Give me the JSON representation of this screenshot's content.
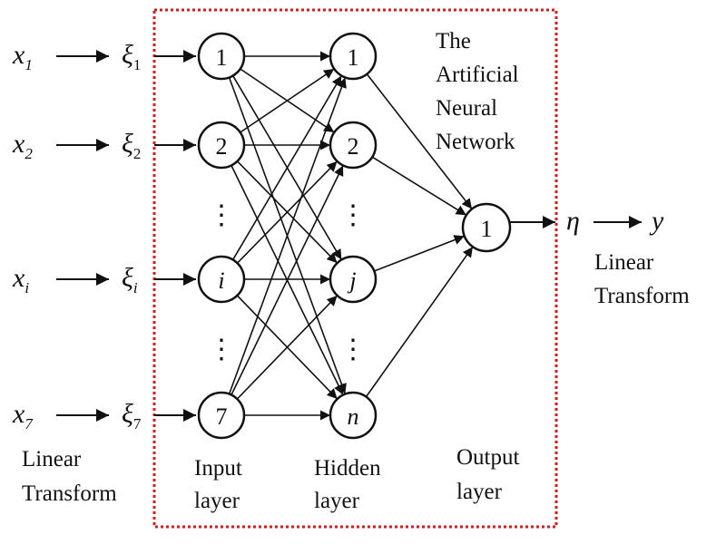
{
  "title": {
    "line1": "The",
    "line2": "Artificial",
    "line3": "Neural",
    "line4": "Network"
  },
  "inputs": [
    {
      "x_base": "x",
      "x_sub": "1",
      "xi_base": "ξ",
      "xi_sub": "1"
    },
    {
      "x_base": "x",
      "x_sub": "2",
      "xi_base": "ξ",
      "xi_sub": "2"
    },
    {
      "x_base": "x",
      "x_sub": "i",
      "xi_base": "ξ",
      "xi_sub": "i"
    },
    {
      "x_base": "x",
      "x_sub": "7",
      "xi_base": "ξ",
      "xi_sub": "7"
    }
  ],
  "input_nodes": [
    "1",
    "2",
    "i",
    "7"
  ],
  "hidden_nodes": [
    "1",
    "2",
    "j",
    "n"
  ],
  "output_node": "1",
  "output": {
    "eta": "η",
    "y": "y"
  },
  "ellipsis": "⋮",
  "labels": {
    "left_transform_1": "Linear",
    "left_transform_2": "Transform",
    "right_transform_1": "Linear",
    "right_transform_2": "Transform",
    "input_layer_1": "Input",
    "input_layer_2": "layer",
    "hidden_layer_1": "Hidden",
    "hidden_layer_2": "layer",
    "output_layer_1": "Output",
    "output_layer_2": "layer"
  },
  "colors": {
    "ink": "#111111",
    "border": "#cc1f1f"
  }
}
